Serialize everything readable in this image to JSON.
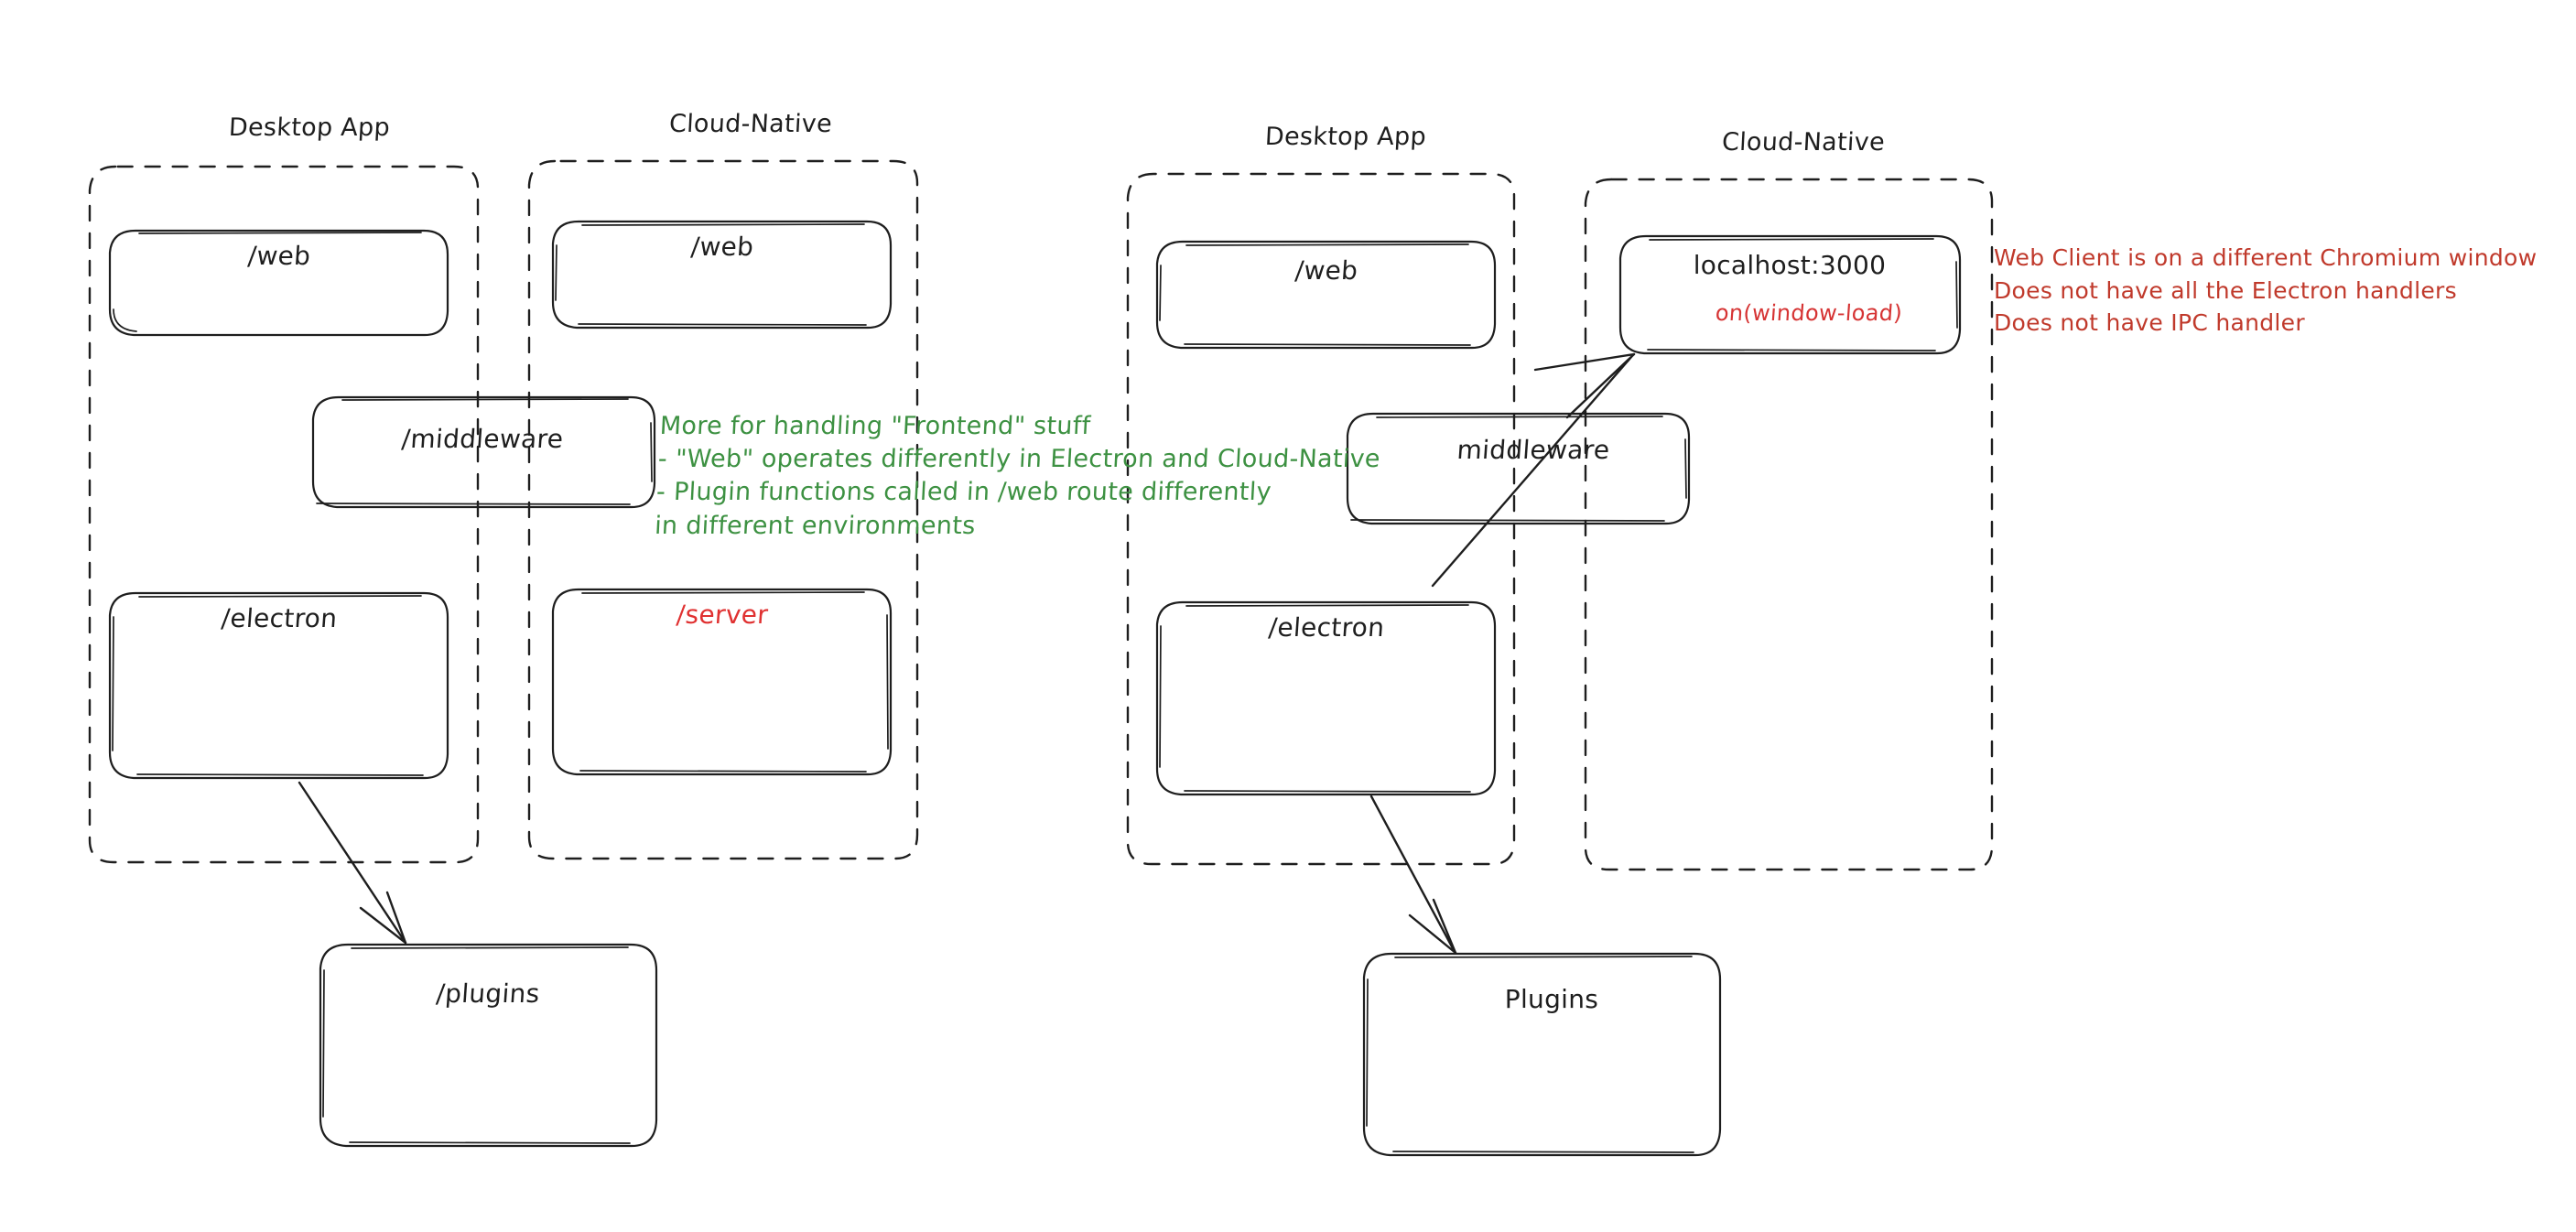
{
  "diagram": {
    "title": "Electron vs Cloud-Native architecture sketch",
    "style": "hand-drawn whiteboard",
    "background": "#ffffff",
    "colors": {
      "ink": "#1e1e1e",
      "green_note": "#3d9142",
      "red_note": "#c0392b",
      "red_label": "#e03131"
    }
  },
  "left_diagram": {
    "groups": [
      {
        "title": "Desktop App"
      },
      {
        "title": "Cloud-Native"
      }
    ],
    "boxes": [
      {
        "label": "/web",
        "color": "ink"
      },
      {
        "label": "/web",
        "color": "ink"
      },
      {
        "label": "/middleware",
        "color": "ink"
      },
      {
        "label": "/electron",
        "color": "ink"
      },
      {
        "label": "/server",
        "color": "red"
      },
      {
        "label": "/plugins",
        "color": "ink"
      }
    ],
    "note_green": "More for handling \"Frontend\" stuff\n- \"Web\" operates differently in Electron and Cloud-Native\n- Plugin functions called in /web route differently\nin different environments"
  },
  "right_diagram": {
    "groups": [
      {
        "title": "Desktop App"
      },
      {
        "title": "Cloud-Native"
      }
    ],
    "boxes": [
      {
        "label": "/web",
        "color": "ink"
      },
      {
        "label": "localhost:3000",
        "color": "ink",
        "sub": "on(window-load)"
      },
      {
        "label": "middleware",
        "color": "ink"
      },
      {
        "label": "/electron",
        "color": "ink"
      },
      {
        "label": "Plugins",
        "color": "ink"
      }
    ],
    "note_red": "Web Client is on a different Chromium window\nDoes not have all the Electron handlers\nDoes not have IPC handler"
  }
}
